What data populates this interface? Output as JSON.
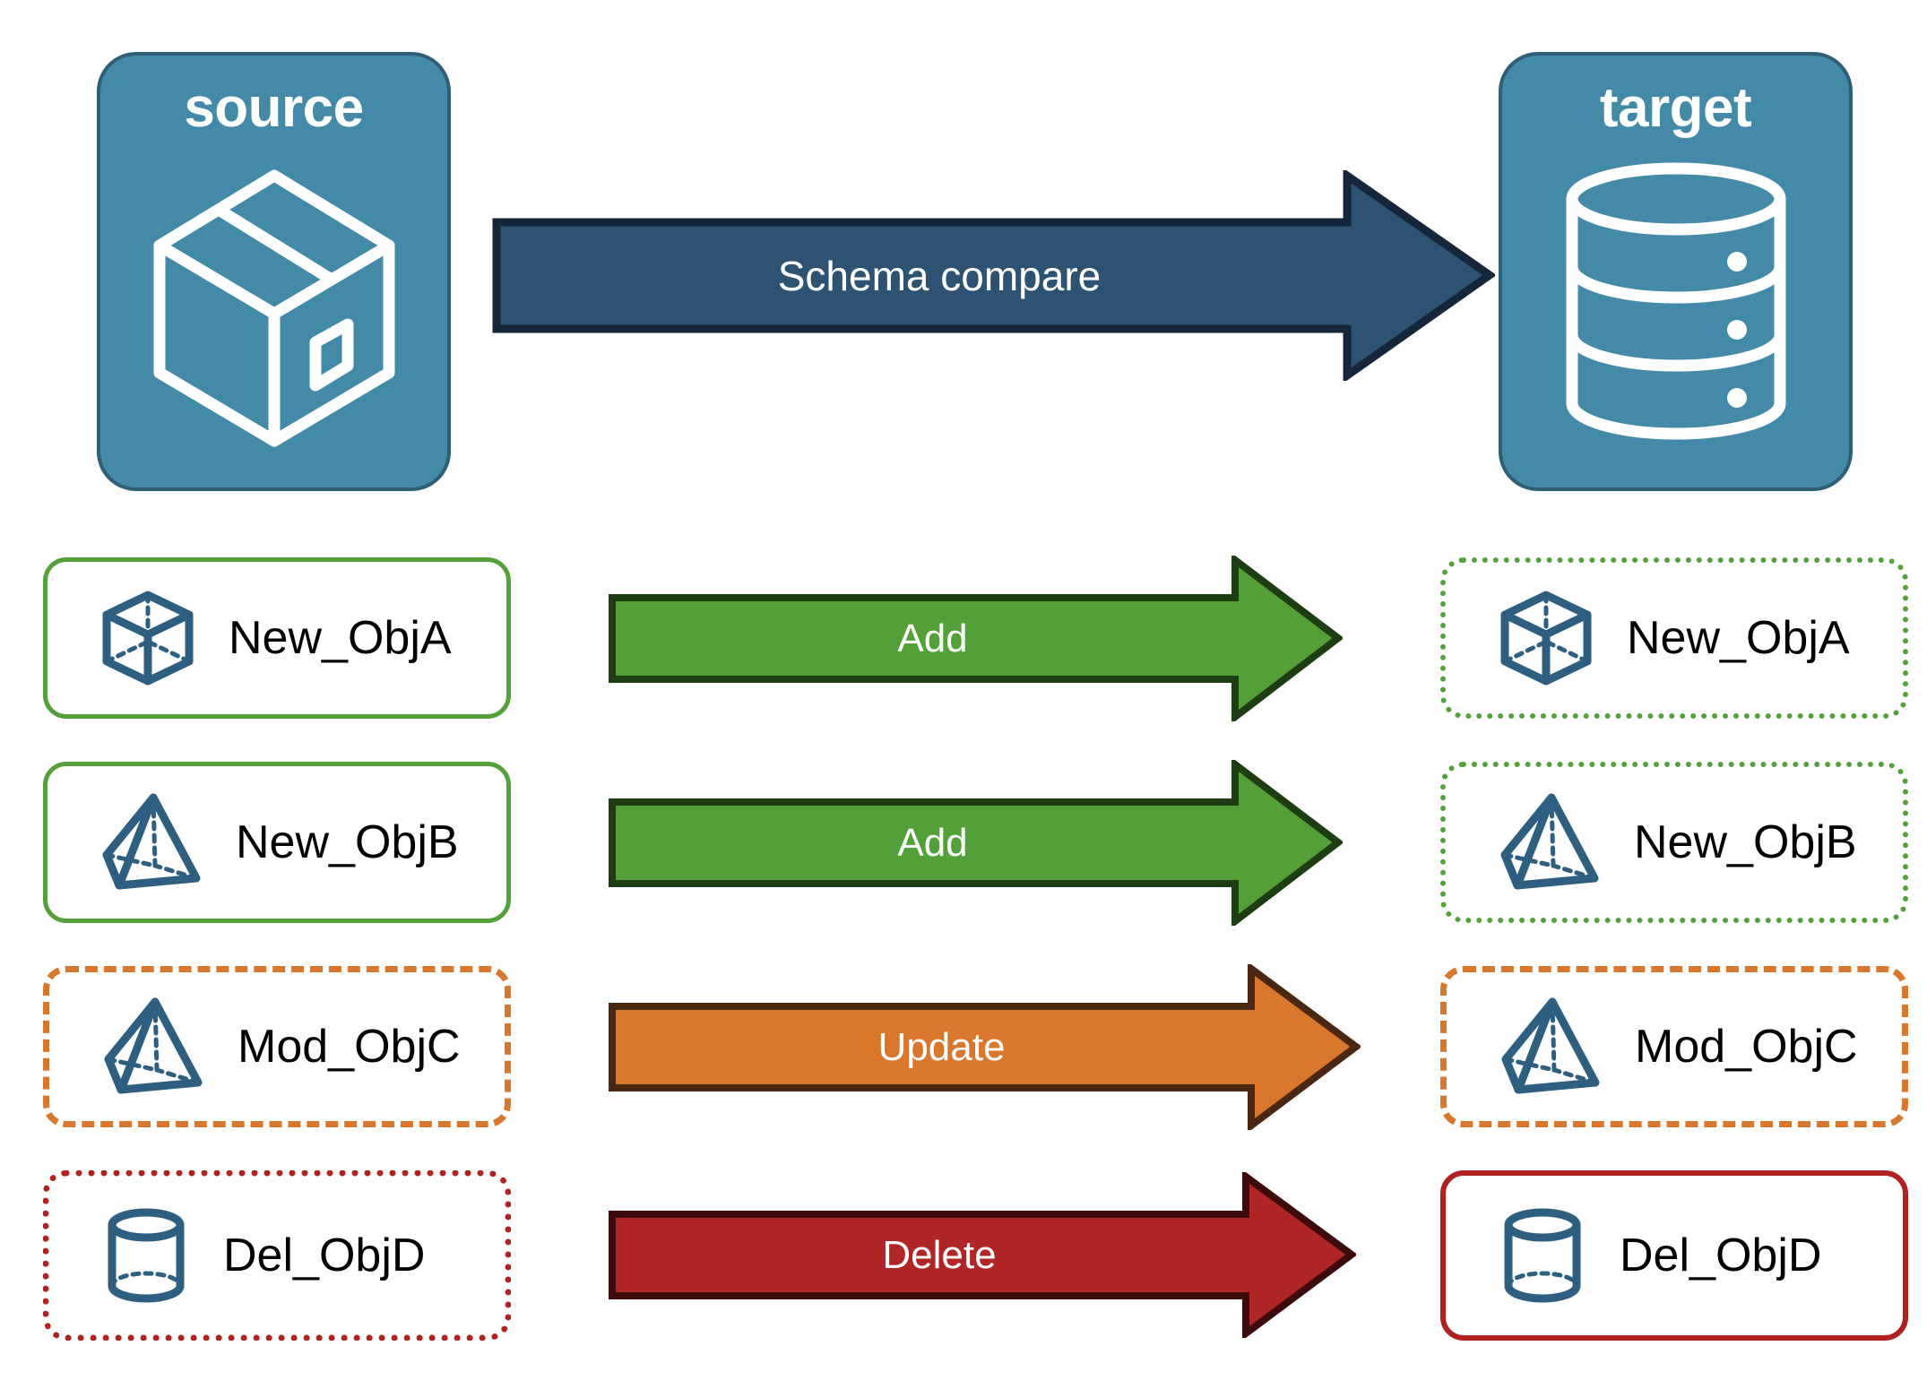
{
  "diagram": {
    "title_source": "source",
    "title_target": "target",
    "compare_arrow_label": "Schema compare",
    "colors": {
      "endpoint_fill": "#4389A8",
      "endpoint_border": "#2E5F77",
      "compare_arrow_fill": "#2E5272",
      "compare_arrow_stroke": "#16263A",
      "add_fill": "#53A038",
      "add_stroke": "#1E3D13",
      "update_fill": "#D9782D",
      "update_stroke": "#4A2711",
      "delete_fill": "#B02525",
      "delete_stroke": "#3D0B0B",
      "object_icon": "#2E5F80",
      "green": "#54A03B",
      "orange": "#D9782D",
      "red": "#B02222"
    },
    "endpoints": [
      {
        "name": "source",
        "icon": "package-box-icon"
      },
      {
        "name": "target",
        "icon": "database-cylinder-icon"
      }
    ],
    "rows": [
      {
        "source_label": "New_ObjA",
        "target_label": "New_ObjA",
        "action": "Add",
        "icon": "cube-wireframe-icon",
        "source_border": "solid-green",
        "target_border": "dotted-green",
        "arrow": "add"
      },
      {
        "source_label": "New_ObjB",
        "target_label": "New_ObjB",
        "action": "Add",
        "icon": "pyramid-wireframe-icon",
        "source_border": "solid-green",
        "target_border": "dotted-green",
        "arrow": "add"
      },
      {
        "source_label": "Mod_ObjC",
        "target_label": "Mod_ObjC",
        "action": "Update",
        "icon": "pyramid-wireframe-icon",
        "source_border": "dashed-orange",
        "target_border": "dashed-orange",
        "arrow": "update"
      },
      {
        "source_label": "Del_ObjD",
        "target_label": "Del_ObjD",
        "action": "Delete",
        "icon": "cylinder-wireframe-icon",
        "source_border": "dotted-red",
        "target_border": "solid-red",
        "arrow": "delete"
      }
    ]
  }
}
